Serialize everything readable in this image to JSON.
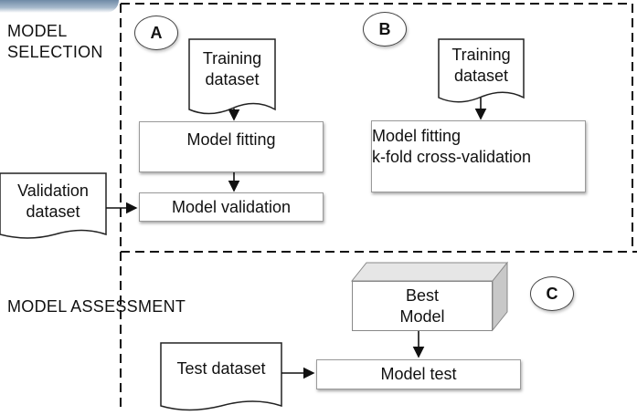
{
  "sections": {
    "model_selection": [
      "MODEL",
      "SELECTION"
    ],
    "model_assessment": "MODEL ASSESSMENT"
  },
  "panel_a": {
    "badge": "A",
    "training_doc": [
      "Training",
      "dataset"
    ],
    "fitting": "Model fitting",
    "validation_doc": [
      "Validation",
      "dataset"
    ],
    "validation": "Model validation"
  },
  "panel_b": {
    "badge": "B",
    "training_doc": [
      "Training",
      "dataset"
    ],
    "fitting": [
      "Model fitting",
      "k-fold cross-validation"
    ]
  },
  "panel_c": {
    "badge": "C",
    "best_model": [
      "Best",
      "Model"
    ],
    "test_doc": "Test dataset",
    "test": "Model test"
  },
  "colors": {
    "border": "#9a9a9a",
    "line": "#111111",
    "dash": "#111111"
  }
}
